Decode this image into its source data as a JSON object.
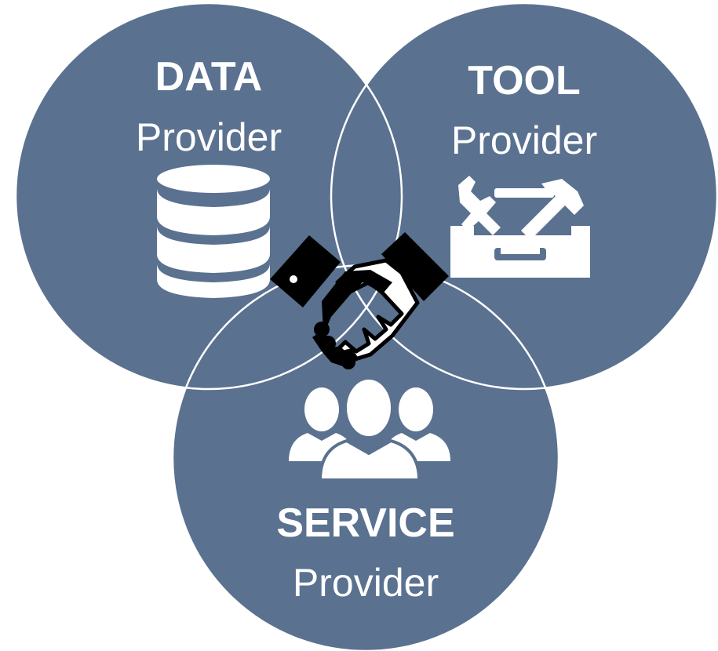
{
  "colors": {
    "circle": "#5a7190",
    "text": "#ffffff",
    "outline": "#ffffff",
    "handshake": "#000000"
  },
  "circles": {
    "data": {
      "title": "DATA",
      "subtitle": "Provider",
      "icon": "database-icon"
    },
    "tool": {
      "title": "TOOL",
      "subtitle": "Provider",
      "icon": "toolbox-icon"
    },
    "service": {
      "title": "SERVICE",
      "subtitle": "Provider",
      "icon": "people-group-icon"
    }
  },
  "center": {
    "icon": "handshake-icon"
  }
}
